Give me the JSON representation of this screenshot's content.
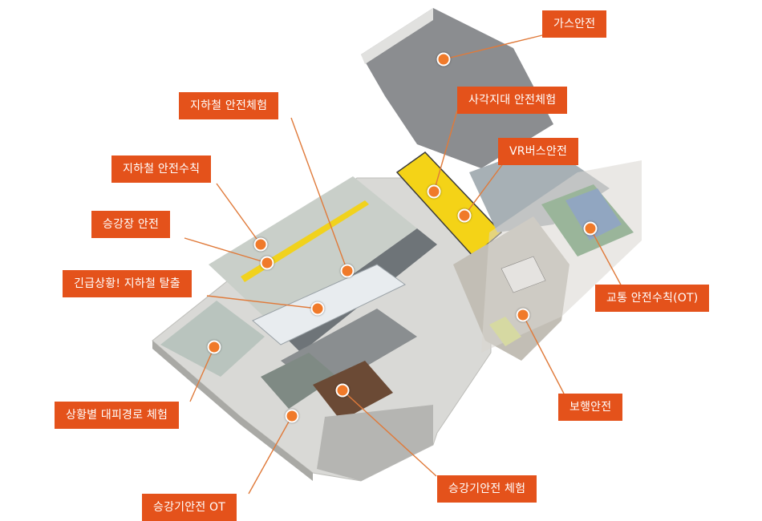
{
  "zones": [
    {
      "id": "gas",
      "label": "가스안전"
    },
    {
      "id": "blindspot",
      "label": "사각지대 안전체험"
    },
    {
      "id": "vrbus",
      "label": "VR버스안전"
    },
    {
      "id": "subway-exp",
      "label": "지하철 안전체험"
    },
    {
      "id": "subway-rules",
      "label": "지하철 안전수칙"
    },
    {
      "id": "platform",
      "label": "승강장 안전"
    },
    {
      "id": "emergency",
      "label": "긴급상황! 지하철 탈출"
    },
    {
      "id": "traffic-ot",
      "label": "교통 안전수칙(OT)"
    },
    {
      "id": "pedestrian",
      "label": "보행안전"
    },
    {
      "id": "evac-route",
      "label": "상황별 대피경로 체험"
    },
    {
      "id": "elevator-exp",
      "label": "승강기안전 체험"
    },
    {
      "id": "elevator-ot",
      "label": "승강기안전 OT"
    }
  ],
  "colors": {
    "accent": "#e4521b",
    "marker": "#f07a2a",
    "line": "#e07a3a"
  }
}
